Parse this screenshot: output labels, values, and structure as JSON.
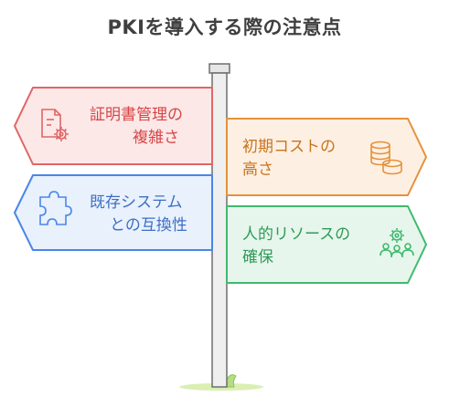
{
  "title": "PKIを導入する際の注意点",
  "signs": [
    {
      "line1": "証明書管理の",
      "line2": "複雑さ",
      "icon": "certificate-gear-icon",
      "fill": "#fde8e8",
      "stroke": "#e06666",
      "text_color": "#d64545"
    },
    {
      "line1": "初期コストの",
      "line2": "高さ",
      "icon": "coin-stack-icon",
      "fill": "#fdf0e3",
      "stroke": "#e69138",
      "text_color": "#c9731c"
    },
    {
      "line1": "既存システム",
      "line2": "との互換性",
      "icon": "puzzle-icon",
      "fill": "#e9f1fd",
      "stroke": "#4a86e8",
      "text_color": "#3d6fc4"
    },
    {
      "line1": "人的リソースの",
      "line2": "確保",
      "icon": "team-gear-icon",
      "fill": "#e6f6ec",
      "stroke": "#3fba6e",
      "text_color": "#2f9a58"
    }
  ]
}
